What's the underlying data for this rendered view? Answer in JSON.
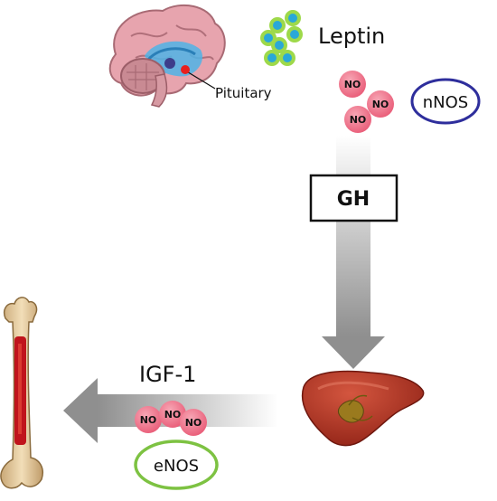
{
  "labels": {
    "pituitary": "Pituitary",
    "leptin": "Leptin",
    "nnos": "nNOS",
    "gh": "GH",
    "igf1": "IGF-1",
    "enos": "eNOS",
    "no": "NO"
  },
  "icons": [
    "brain-icon",
    "leptin-molecules-icon",
    "liver-icon",
    "femur-bone-icon"
  ],
  "colors": {
    "no_molecule": "#ee6f86",
    "nnos_ring": "#2e2e9c",
    "enos_ring": "#7dc242",
    "leptin_dot": "#2aa8d8",
    "leptin_glow": "#9ed94a",
    "liver": "#b02e20",
    "bone": "#e1c79a",
    "marrow": "#c0141c",
    "arrow": "#a3a3a3"
  }
}
